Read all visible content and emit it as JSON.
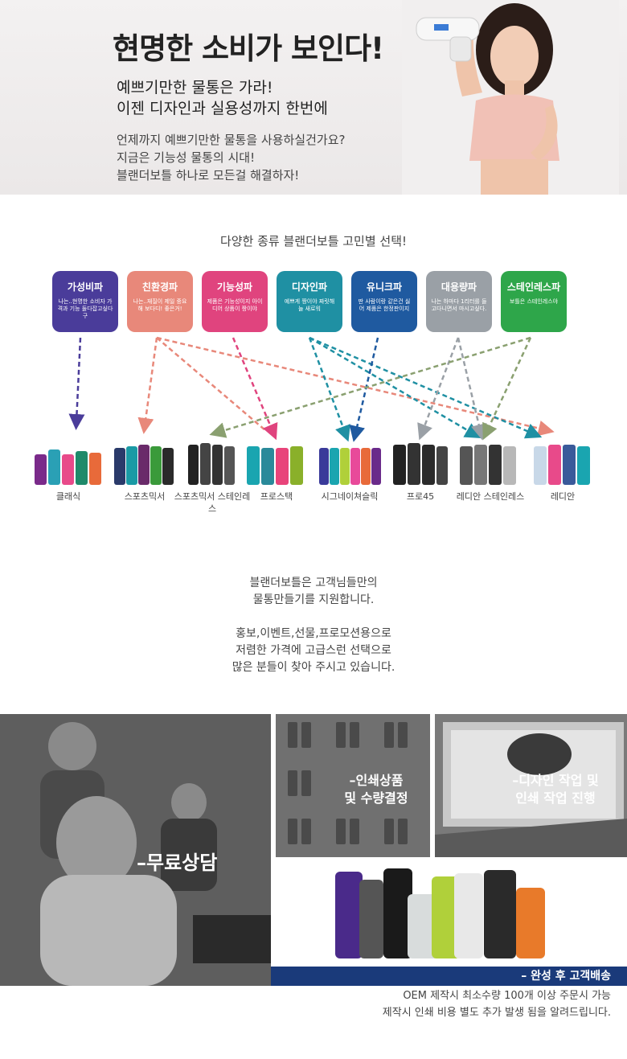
{
  "hero": {
    "title": "현명한 소비가 보인다!",
    "subtitle_lines": [
      "예쁘기만한 물통은 가라!",
      "이젠 디자인과 실용성까지 한번에"
    ],
    "desc_lines": [
      "언제까지 예쁘기만한 물통을 사용하실건가요?",
      "지금은 기능성 물통의 시대!",
      "블랜더보틀 하나로 모든걸 해결하자!"
    ]
  },
  "section2": {
    "title": "다양한 종류 블랜더보틀 고민별 선택!",
    "categories": [
      {
        "name": "가성비파",
        "desc": "나는..현명한 소비자 가격과 기능 둘다잡고싶다구",
        "color": "#4a3c9a"
      },
      {
        "name": "친환경파",
        "desc": "나는..재질이 제일 중요해 보다디! 좋은거!",
        "color": "#e8887a"
      },
      {
        "name": "기능성파",
        "desc": "제품은 기능성이지 아이디어 상품이 짱이야",
        "color": "#e0447e"
      },
      {
        "name": "디자인파",
        "desc": "예쁘게 짱이야 짜릿해 늘 새로워",
        "color": "#1f90a3"
      },
      {
        "name": "유니크파",
        "desc": "딴 사람이랑 같은건 싫어 제품은 한정판이지",
        "color": "#1f5aa0"
      },
      {
        "name": "대용량파",
        "desc": "나는 하마다 1리터를 들고다니면서 마시고싶다.",
        "color": "#9aa0a6"
      },
      {
        "name": "스테인레스파",
        "desc": "보틀은 스테인레스야",
        "color": "#2ea64a"
      }
    ],
    "products": [
      {
        "label": "클래식"
      },
      {
        "label": "스포츠믹서"
      },
      {
        "label": "스포츠믹서 스테인레스"
      },
      {
        "label": "프로스택"
      },
      {
        "label": "시그네이쳐슬릭"
      },
      {
        "label": "프로45"
      },
      {
        "label": "레디안 스테인레스"
      },
      {
        "label": "레디안"
      }
    ]
  },
  "section3": {
    "lines": [
      "블랜더보틀은 고객님들만의",
      "물통만들기를 지원합니다.",
      "",
      "홍보,이벤트,선물,프로모션용으로",
      "저렴한 가격에 고급스런 선택으로",
      "많은 분들이 찾아 주시고 있습니다."
    ]
  },
  "services": {
    "consult": "–무료상담",
    "print": [
      "–인쇄상품",
      "및 수량결정"
    ],
    "design": [
      "–디자인 작업 및",
      "인쇄 작업 진행"
    ],
    "delivery": "– 완성 후 고객배송"
  },
  "footer": {
    "lines": [
      "OEM 제작시 최소수량 100개 이상 주문시 가능",
      "제작시 인쇄 비용 별도 추가 발생 됨을 알려드립니다."
    ]
  }
}
